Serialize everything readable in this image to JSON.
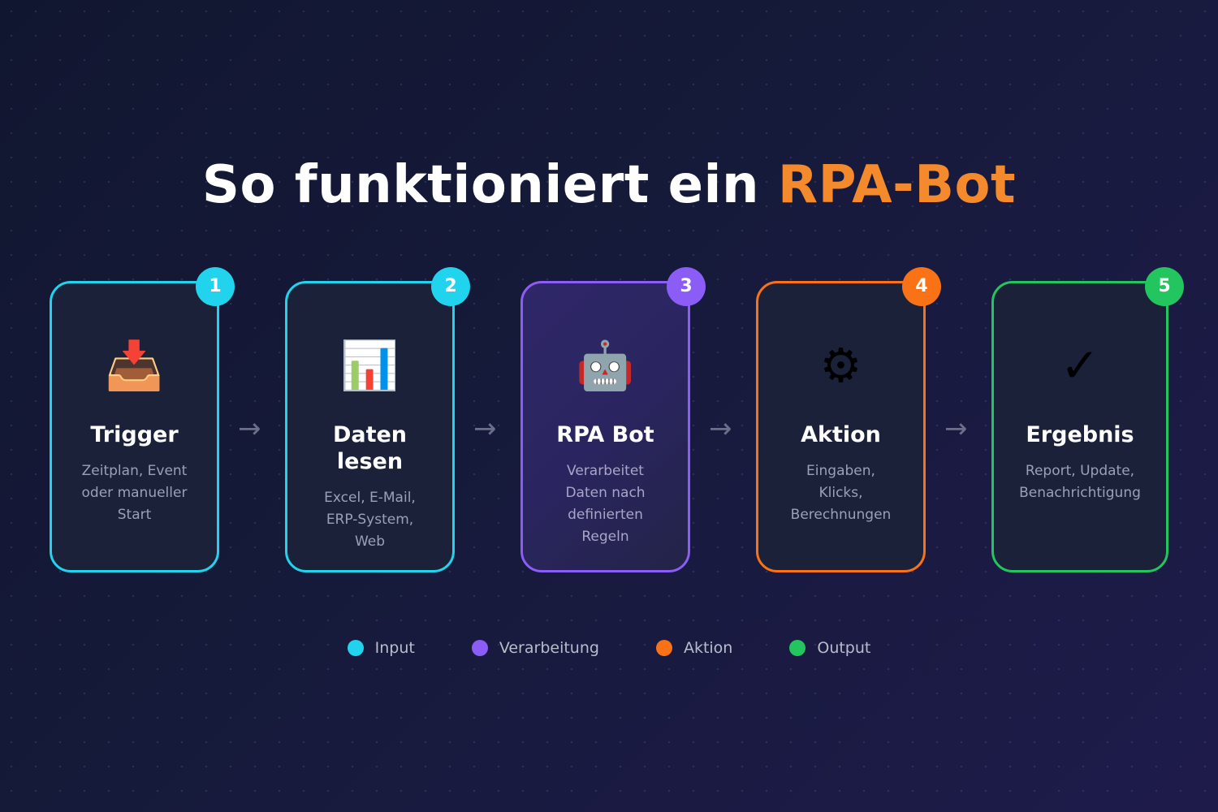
{
  "title": {
    "prefix": "So funktioniert ein ",
    "accent": "RPA-Bot",
    "accent_color": "#f58a2c"
  },
  "steps": [
    {
      "number": "1",
      "icon": "inbox-tray-icon",
      "icon_glyph": "📥",
      "title": "Trigger",
      "description": [
        "Zeitplan, Event",
        "oder manueller",
        "Start"
      ],
      "color": "#22d3ee",
      "category": "Input"
    },
    {
      "number": "2",
      "icon": "bar-chart-icon",
      "icon_glyph": "📊",
      "title": "Daten lesen",
      "description": [
        "Excel, E-Mail,",
        "ERP-System,",
        "Web"
      ],
      "color": "#22d3ee",
      "category": "Input"
    },
    {
      "number": "3",
      "icon": "robot-icon",
      "icon_glyph": "🤖",
      "title": "RPA Bot",
      "description": [
        "Verarbeitet",
        "Daten nach",
        "definierten",
        "Regeln"
      ],
      "color": "#8b5cf6",
      "category": "Verarbeitung"
    },
    {
      "number": "4",
      "icon": "gear-icon",
      "icon_glyph": "⚙",
      "title": "Aktion",
      "description": [
        "Eingaben,",
        "Klicks,",
        "Berechnungen"
      ],
      "color": "#f97316",
      "category": "Aktion"
    },
    {
      "number": "5",
      "icon": "checkmark-icon",
      "icon_glyph": "✓",
      "title": "Ergebnis",
      "description": [
        "Report, Update,",
        "Benachrichtigung"
      ],
      "color": "#22c55e",
      "category": "Output"
    }
  ],
  "arrow_glyph": "→",
  "legend": [
    {
      "label": "Input",
      "color": "#22d3ee"
    },
    {
      "label": "Verarbeitung",
      "color": "#8b5cf6"
    },
    {
      "label": "Aktion",
      "color": "#f97316"
    },
    {
      "label": "Output",
      "color": "#22c55e"
    }
  ]
}
